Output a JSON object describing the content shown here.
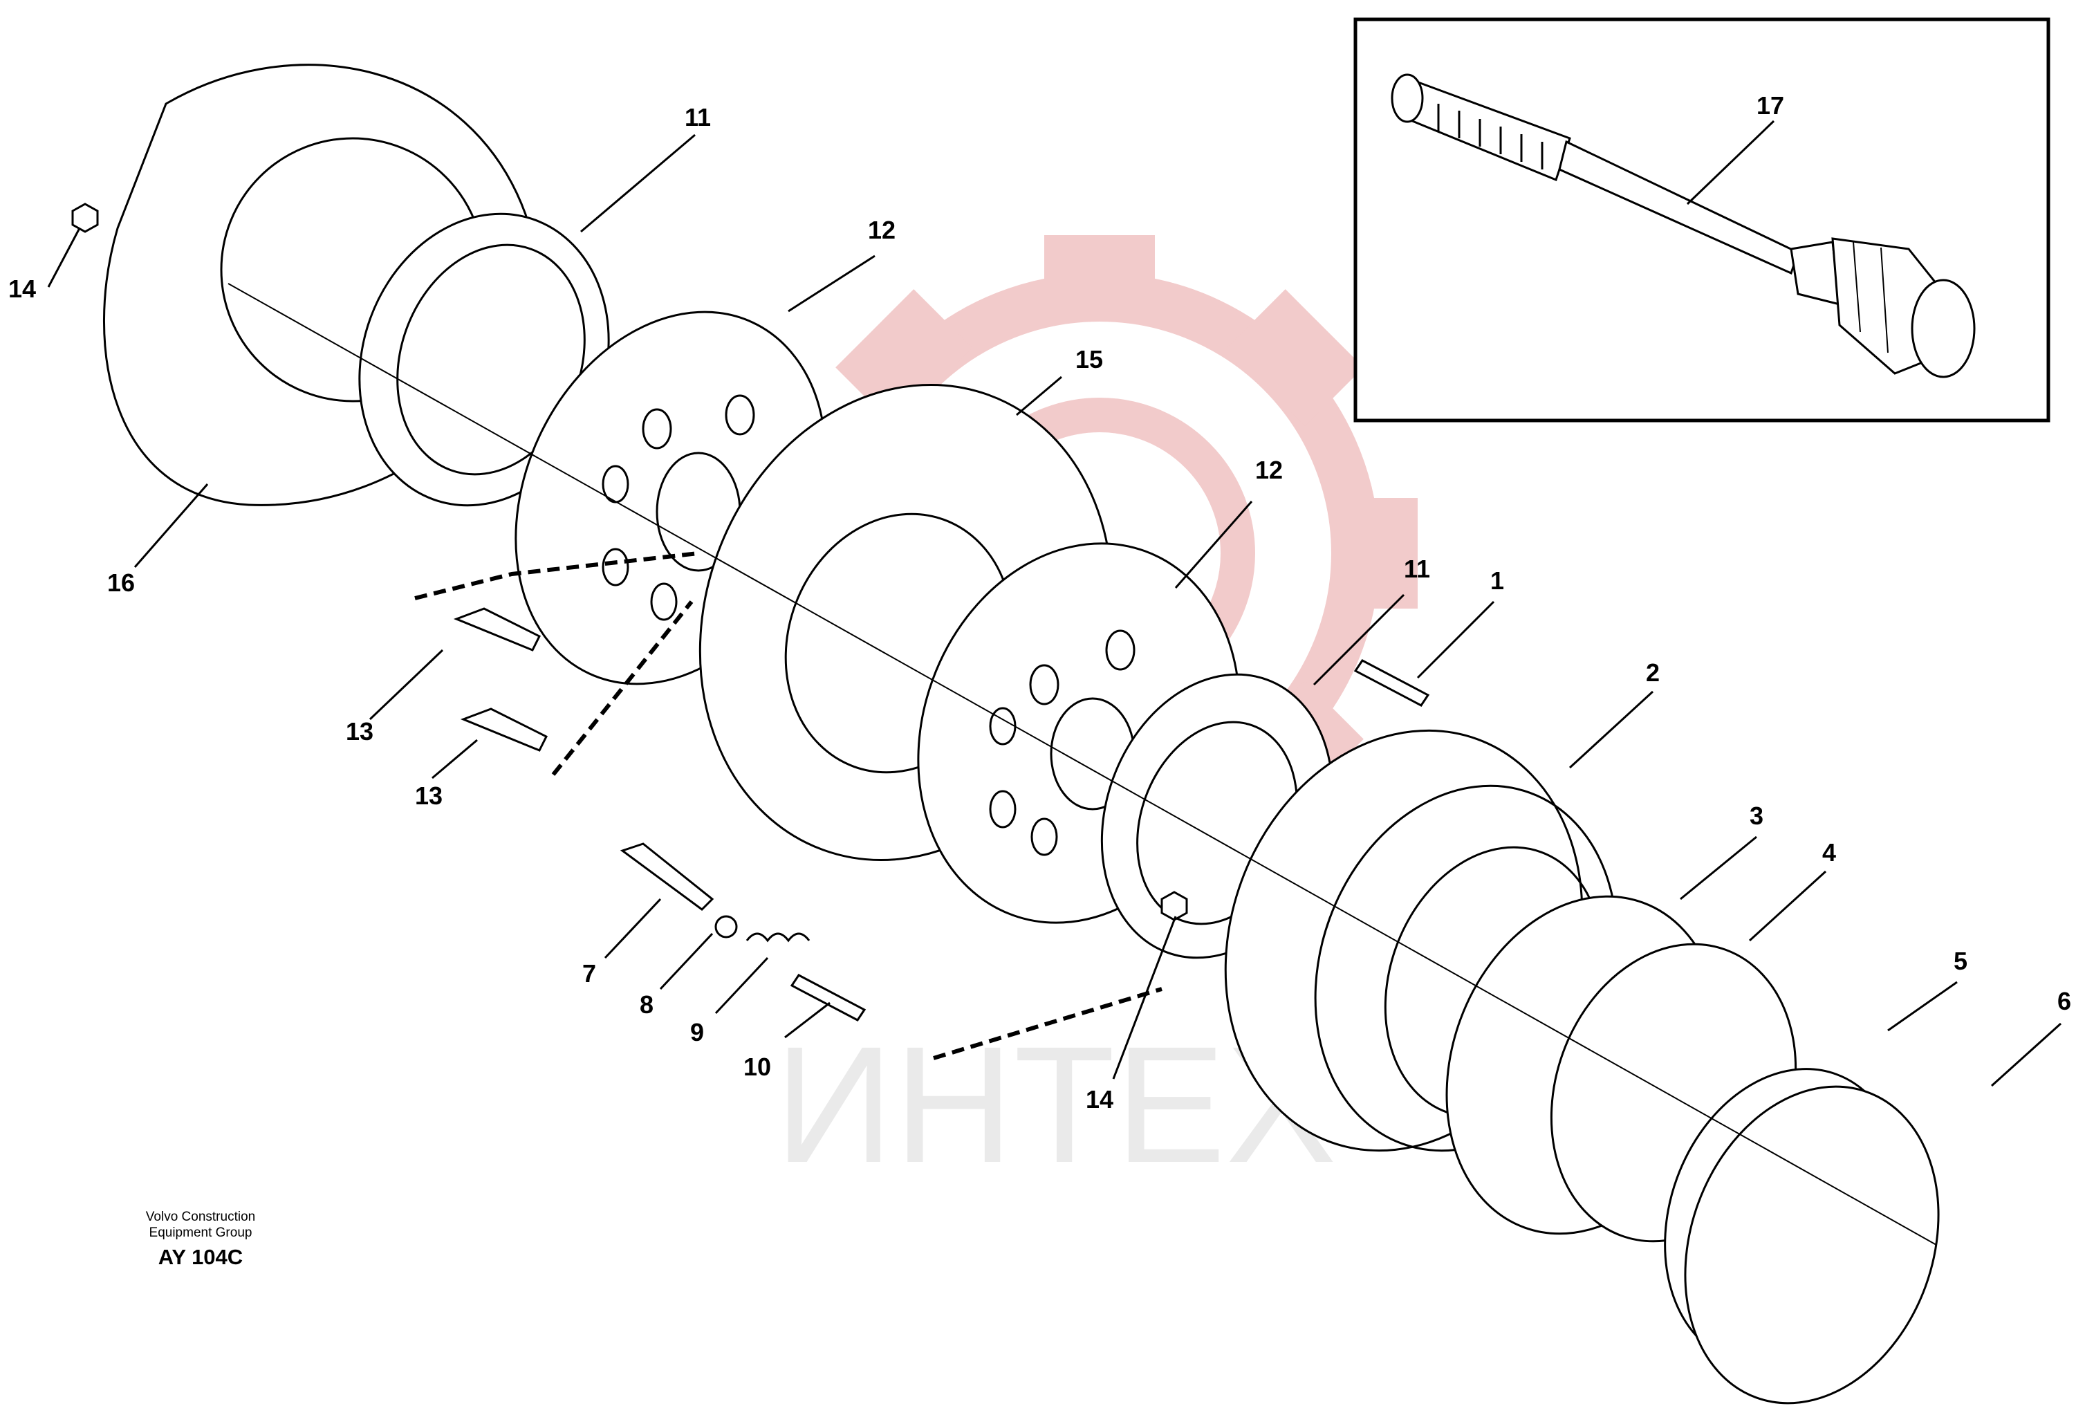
{
  "credit": {
    "company_line1": "Volvo Construction",
    "company_line2": "Equipment Group",
    "drawing_code": "AY 104C"
  },
  "watermark": {
    "text": "ИНТЕХ",
    "color": "#e8a0a0"
  },
  "callouts": [
    {
      "id": "c14a",
      "label": "14"
    },
    {
      "id": "c16",
      "label": "16"
    },
    {
      "id": "c11a",
      "label": "11"
    },
    {
      "id": "c12a",
      "label": "12"
    },
    {
      "id": "c15",
      "label": "15"
    },
    {
      "id": "c12b",
      "label": "12"
    },
    {
      "id": "c11b",
      "label": "11"
    },
    {
      "id": "c1",
      "label": "1"
    },
    {
      "id": "c2",
      "label": "2"
    },
    {
      "id": "c3",
      "label": "3"
    },
    {
      "id": "c4",
      "label": "4"
    },
    {
      "id": "c5",
      "label": "5"
    },
    {
      "id": "c6",
      "label": "6"
    },
    {
      "id": "c7",
      "label": "7"
    },
    {
      "id": "c8",
      "label": "8"
    },
    {
      "id": "c9",
      "label": "9"
    },
    {
      "id": "c10",
      "label": "10"
    },
    {
      "id": "c13a",
      "label": "13"
    },
    {
      "id": "c13b",
      "label": "13"
    },
    {
      "id": "c14b",
      "label": "14"
    },
    {
      "id": "c17",
      "label": "17"
    }
  ]
}
